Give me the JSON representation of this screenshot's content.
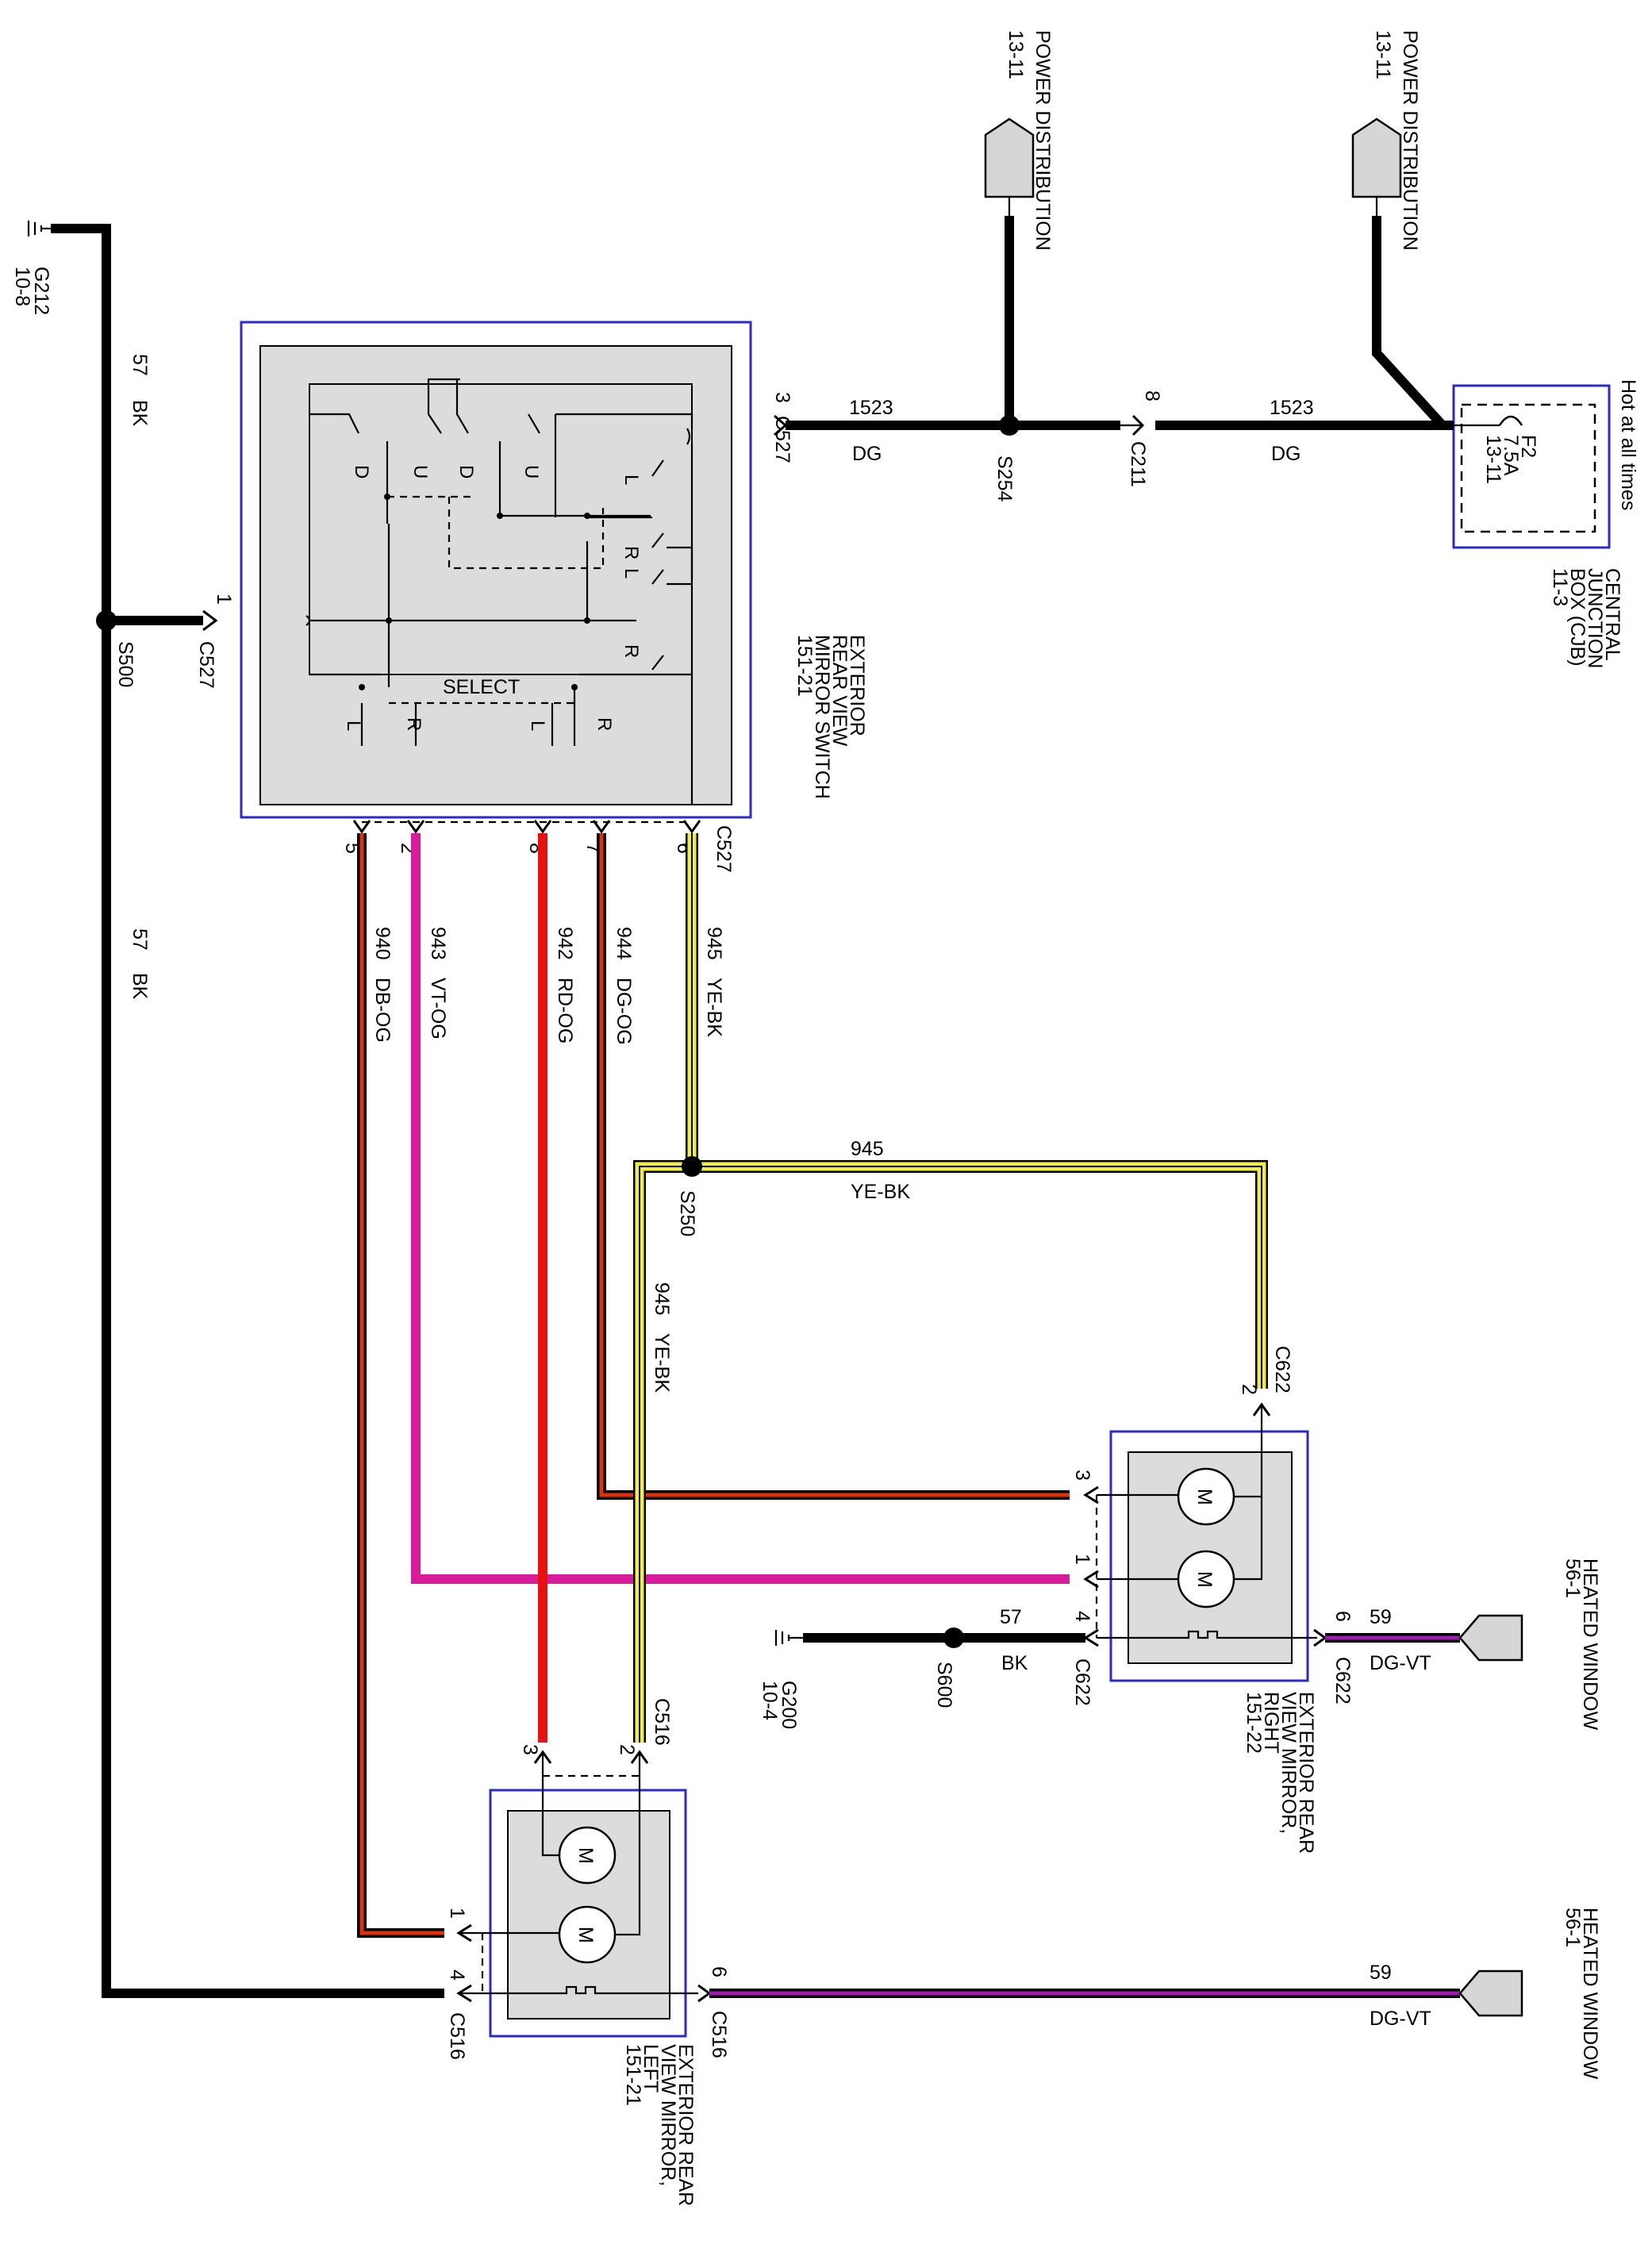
{
  "colors": {
    "wire_black": "#000000",
    "DB-OG": "#e03010",
    "VT-OG": "#d81b9a",
    "RD-OG": "#e81010",
    "DG-OG": "#e03010",
    "YE-BK": "#f2ee40",
    "DG-VT": "#a01cb0",
    "component_border": "#2a2ad0",
    "component_fill": "#dcdcdc"
  },
  "ground_g212": {
    "ref": "G212",
    "page": "10-8"
  },
  "ground_g200": {
    "ref": "G200",
    "page": "10-4"
  },
  "power_distribution_1": {
    "label": "POWER DISTRIBUTION",
    "page": "13-11"
  },
  "power_distribution_2": {
    "label": "POWER DISTRIBUTION",
    "page": "13-11"
  },
  "cjb": {
    "hot_label": "Hot at all times",
    "fuse_id": "F2",
    "fuse_rating": "7.5A",
    "fuse_page": "13-11",
    "name_line1": "CENTRAL",
    "name_line2": "JUNCTION",
    "name_line3": "BOX (CJB)",
    "page": "11-3"
  },
  "switch": {
    "name_line1": "EXTERIOR",
    "name_line2": "REAR VIEW",
    "name_line3": "MIRROR SWITCH",
    "page": "151-21",
    "select_label": "SELECT",
    "letters": {
      "d1": "D",
      "u1": "U",
      "d2": "D",
      "u2": "U",
      "l1": "L",
      "r1": "R",
      "l2": "L",
      "r2": "R",
      "l3": "L",
      "r3": "R",
      "l4": "L",
      "r4": "R"
    }
  },
  "mirror_right": {
    "name_line1": "EXTERIOR REAR",
    "name_line2": "VIEW MIRROR,",
    "name_line3": "RIGHT",
    "page": "151-22",
    "motor_label": "M"
  },
  "mirror_left": {
    "name_line1": "EXTERIOR REAR",
    "name_line2": "VIEW MIRROR,",
    "name_line3": "LEFT",
    "page": "151-21",
    "motor_label": "M"
  },
  "heated_window_1": {
    "line1": "HEATED WINDOW",
    "line2": "56-1"
  },
  "heated_window_2": {
    "line1": "HEATED WINDOW",
    "line2": "56-1"
  },
  "splices": {
    "s254": "S254",
    "s500": "S500",
    "s250": "S250",
    "s600": "S600"
  },
  "connectors": {
    "c527": "C527",
    "c211": "C211",
    "c622": "C622",
    "c516": "C516"
  },
  "pins": {
    "c527_3": "3",
    "c527_1": "1",
    "c211_8": "8",
    "c527_5": "5",
    "c527_2": "2",
    "c527_8": "8",
    "c527_7": "7",
    "c527_6": "6",
    "c622_2": "2",
    "c622_3": "3",
    "c622_1": "1",
    "c622_4": "4",
    "c622_6": "6",
    "c516_3": "3",
    "c516_2": "2",
    "c516_1": "1",
    "c516_4": "4",
    "c516_6": "6"
  },
  "circuits": {
    "w1523a": {
      "num": "1523",
      "color": "DG"
    },
    "w1523b": {
      "num": "1523",
      "color": "DG"
    },
    "w57top": {
      "num": "57",
      "color": "BK"
    },
    "w57mid": {
      "num": "57",
      "color": "BK"
    },
    "w57right": {
      "num": "57",
      "color": "BK"
    },
    "w940": {
      "num": "940",
      "color": "DB-OG"
    },
    "w943": {
      "num": "943",
      "color": "VT-OG"
    },
    "w942": {
      "num": "942",
      "color": "RD-OG"
    },
    "w944": {
      "num": "944",
      "color": "DG-OG"
    },
    "w945v": {
      "num": "945",
      "color": "YE-BK"
    },
    "w945h": {
      "num": "945",
      "color": "YE-BK"
    },
    "w945low": {
      "num": "945",
      "color": "YE-BK"
    },
    "w59right": {
      "num": "59",
      "color": "DG-VT"
    },
    "w59left": {
      "num": "59",
      "color": "DG-VT"
    }
  }
}
